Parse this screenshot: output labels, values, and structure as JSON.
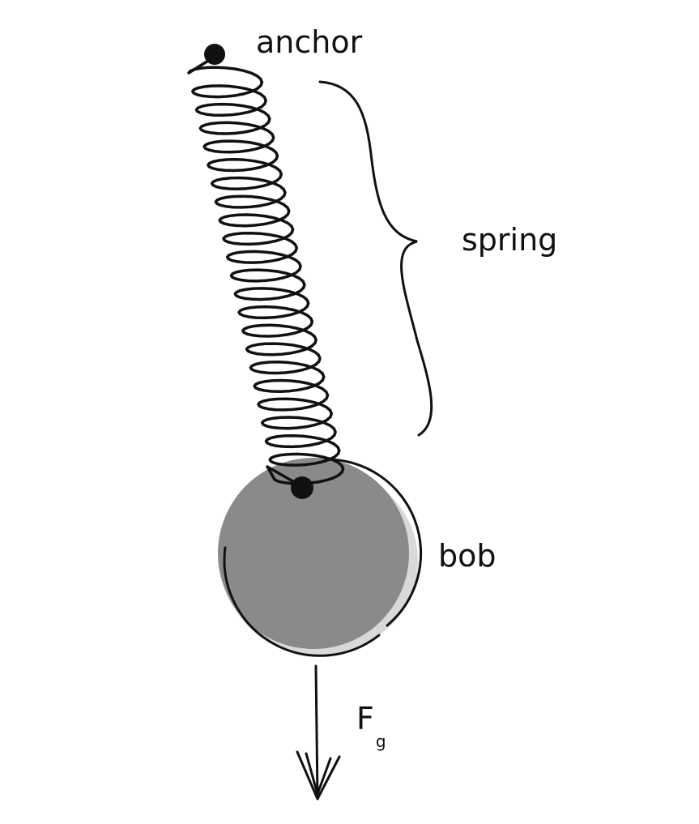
{
  "labels": {
    "anchor": "anchor",
    "spring": "spring",
    "bob": "bob",
    "force_symbol": "F",
    "force_subscript": "g"
  },
  "colors": {
    "ink": "#111111",
    "bob_fill": "#8a8a8c",
    "bob_shadow": "#c9c9cb",
    "background": "#ffffff"
  }
}
